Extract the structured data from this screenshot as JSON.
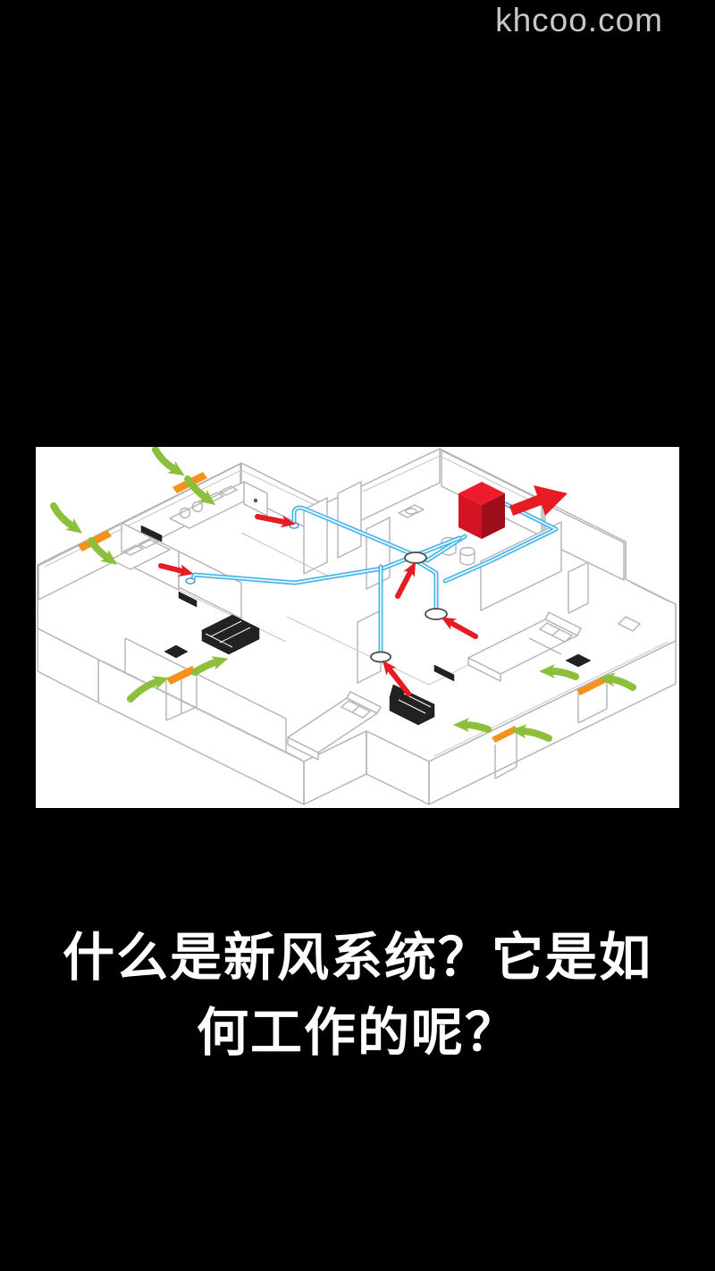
{
  "watermark": {
    "text": "khcoo.com"
  },
  "caption": {
    "line1": "什么是新风系统？它是如",
    "line2": "何工作的呢？"
  },
  "diagram": {
    "description": "isometric-apartment-floorplan-fresh-air-ventilation-system",
    "colors": {
      "page_bg": "#000000",
      "panel_bg": "#ffffff",
      "watermark_gray": "#c8c8c8",
      "caption_white": "#ffffff",
      "line_gray": "#b3b3b3",
      "fresh_air_green": "#8bbf3c",
      "exhaust_red": "#e61c23",
      "duct_blue": "#45b5e8",
      "vent_orange": "#f5921e",
      "unit_red_dark": "#9e0f1b"
    },
    "elements": {
      "central_unit": "red-cube-extract-fan-unit",
      "outdoor_exhaust": "large-red-arrow-exiting-house",
      "window_vent_count": 5,
      "fresh_air_arrow_count": 10,
      "exhaust_arrow_count": 5,
      "ceiling_diffuser_count": 5
    }
  }
}
